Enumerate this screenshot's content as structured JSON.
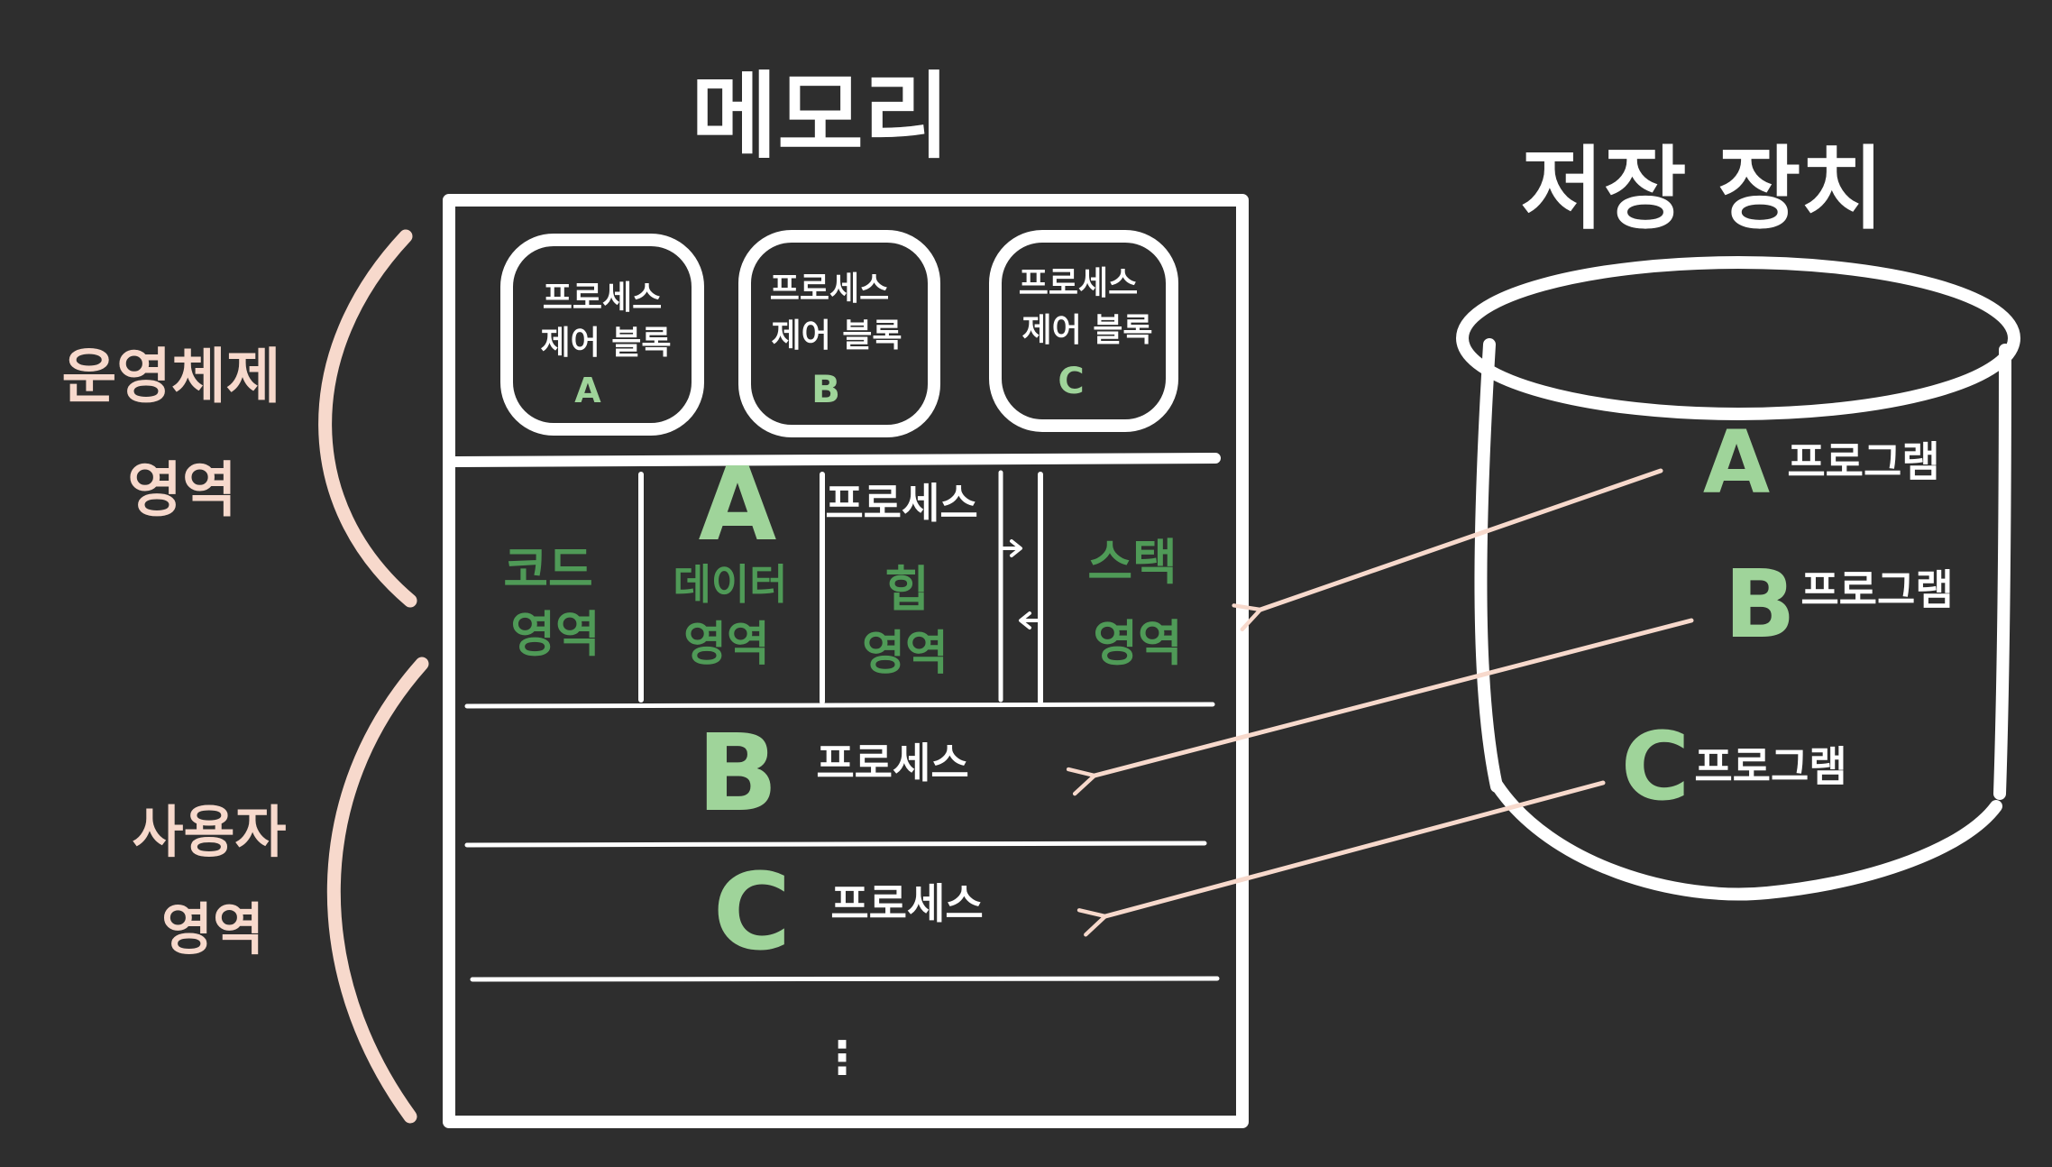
{
  "memory": {
    "title": "메모리",
    "pcbs": [
      {
        "label_line1": "프로세스",
        "label_line2": "제어 블록",
        "id": "A"
      },
      {
        "label_line1": "프로세스",
        "label_line2": "제어 블록",
        "id": "B"
      },
      {
        "label_line1": "프로세스",
        "label_line2": "제어 블록",
        "id": "C"
      }
    ],
    "process_a": {
      "letter": "A",
      "label": "프로세스",
      "segments": [
        {
          "line1": "코드",
          "line2": "영역"
        },
        {
          "line1": "데이터",
          "line2": "영역"
        },
        {
          "line1": "힙",
          "line2": "영역"
        },
        {
          "line1": "스택",
          "line2": "영역"
        }
      ]
    },
    "process_b": {
      "letter": "B",
      "label": "프로세스"
    },
    "process_c": {
      "letter": "C",
      "label": "프로세스"
    },
    "ellipsis": "⋮"
  },
  "regions": {
    "os": {
      "line1": "운영체제",
      "line2": "영역"
    },
    "user": {
      "line1": "사용자",
      "line2": "영역"
    }
  },
  "storage": {
    "title": "저장 장치",
    "programs": [
      {
        "letter": "A",
        "label": "프로그램"
      },
      {
        "letter": "B",
        "label": "프로그램"
      },
      {
        "letter": "C",
        "label": "프로그램"
      }
    ]
  },
  "colors": {
    "background": "#2e2e2e",
    "line": "#ffffff",
    "light_green": "#9fd49a",
    "dark_green": "#4f9a57",
    "peach": "#f7d9cc"
  }
}
